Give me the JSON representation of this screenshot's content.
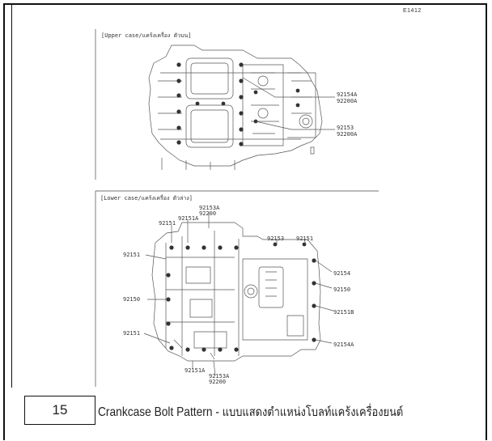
{
  "sheet_code": "E1412",
  "upper": {
    "label": "[Upper case/แคร้งเครื่อง ตัวบน]",
    "callouts": [
      "92154A",
      "92200A",
      "92153",
      "92200A"
    ]
  },
  "lower": {
    "label": "[Lower case/แคร้งเครื่อง ตัวล่าง]",
    "callouts": {
      "top_a": "92153A",
      "top_b": "92200",
      "c1": "92151A",
      "c2": "92151",
      "c3": "92153",
      "c4": "92151",
      "left1": "92151",
      "left2": "92150",
      "left3": "92151",
      "right1": "92154",
      "right2": "92150",
      "right3": "92151B",
      "right4": "92154A",
      "bottom_a": "92151A",
      "bottom_b": "92153A",
      "bottom_c": "92200"
    }
  },
  "caption": {
    "number": "15",
    "title": "Crankcase Bolt Pattern - ",
    "thai": "แบบแสดงตำแหน่งโบลท์แคร้งเครื่องยนต์"
  }
}
